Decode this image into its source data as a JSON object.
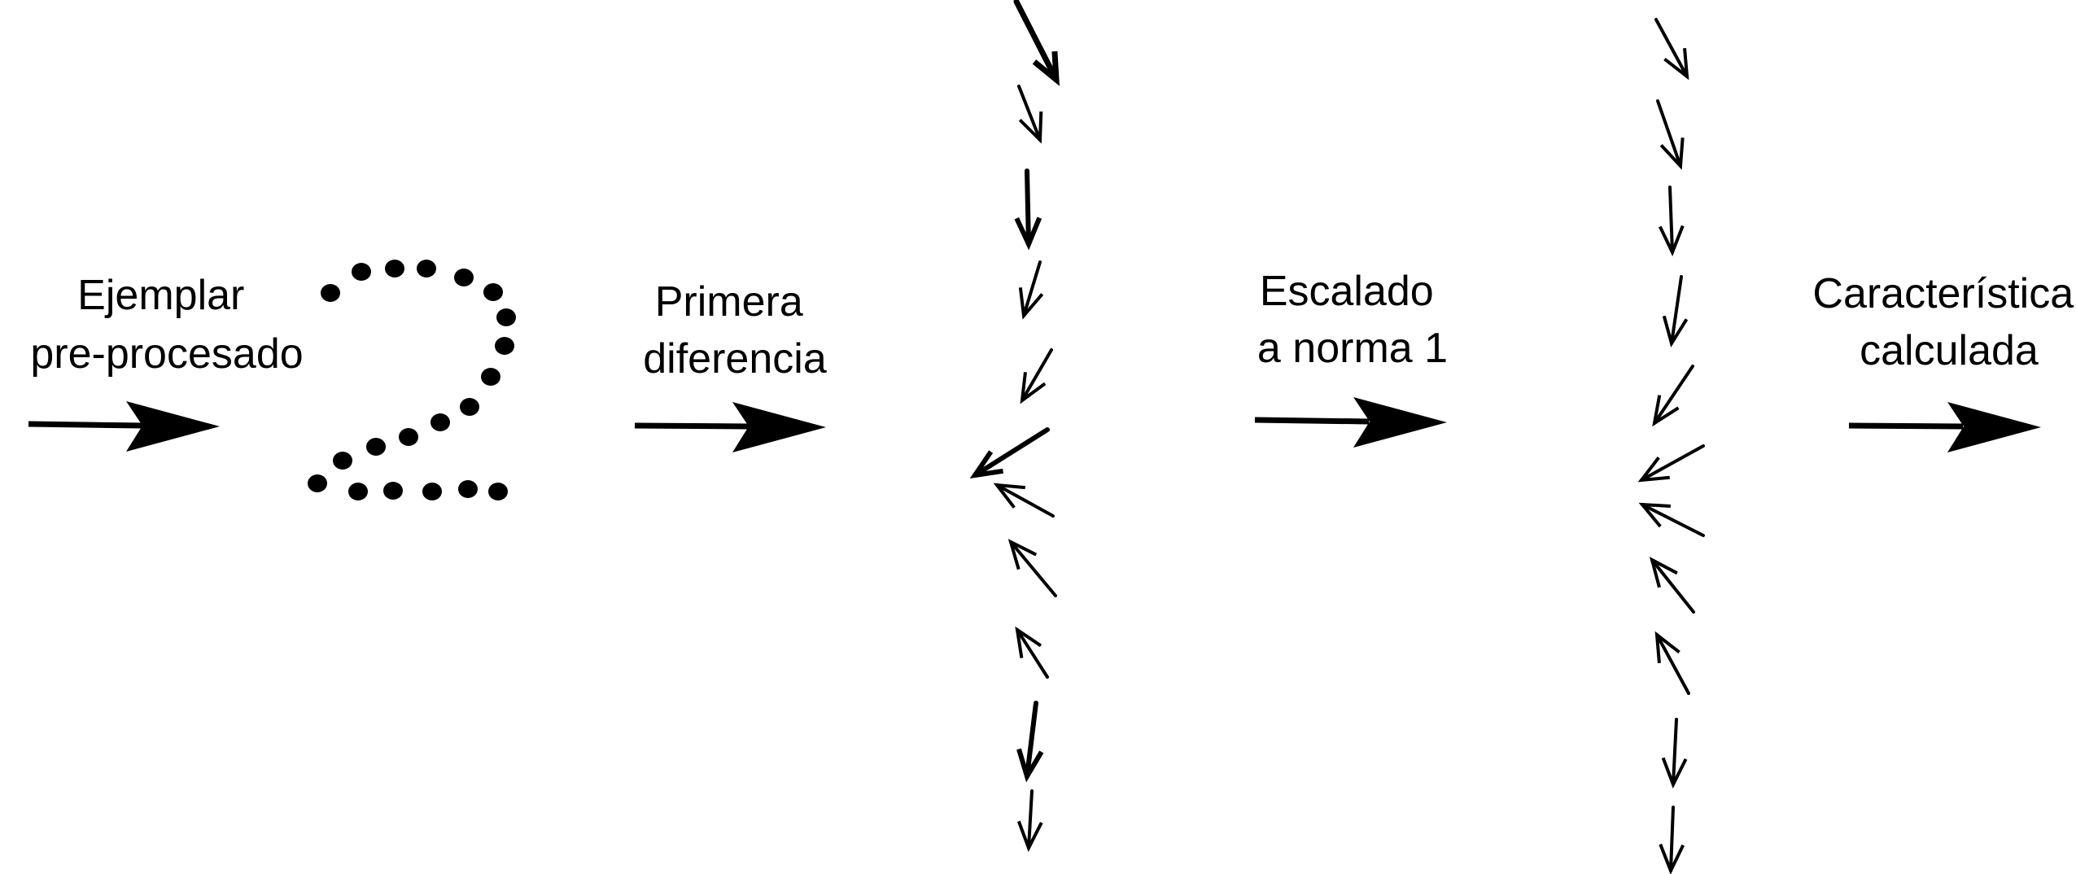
{
  "stages": [
    {
      "id": "preprocessed",
      "label_lines": [
        "Ejemplar",
        "pre-procesado"
      ]
    },
    {
      "id": "first-difference",
      "label_lines": [
        "Primera",
        "diferencia"
      ]
    },
    {
      "id": "scaled",
      "label_lines": [
        "Escalado",
        "a norma 1"
      ]
    },
    {
      "id": "feature",
      "label_lines": [
        "Característica",
        "calculada"
      ]
    }
  ],
  "sample_glyph": "digit-two-dot-trajectory",
  "colors": {
    "ink": "#000000",
    "background": "#ffffff"
  }
}
